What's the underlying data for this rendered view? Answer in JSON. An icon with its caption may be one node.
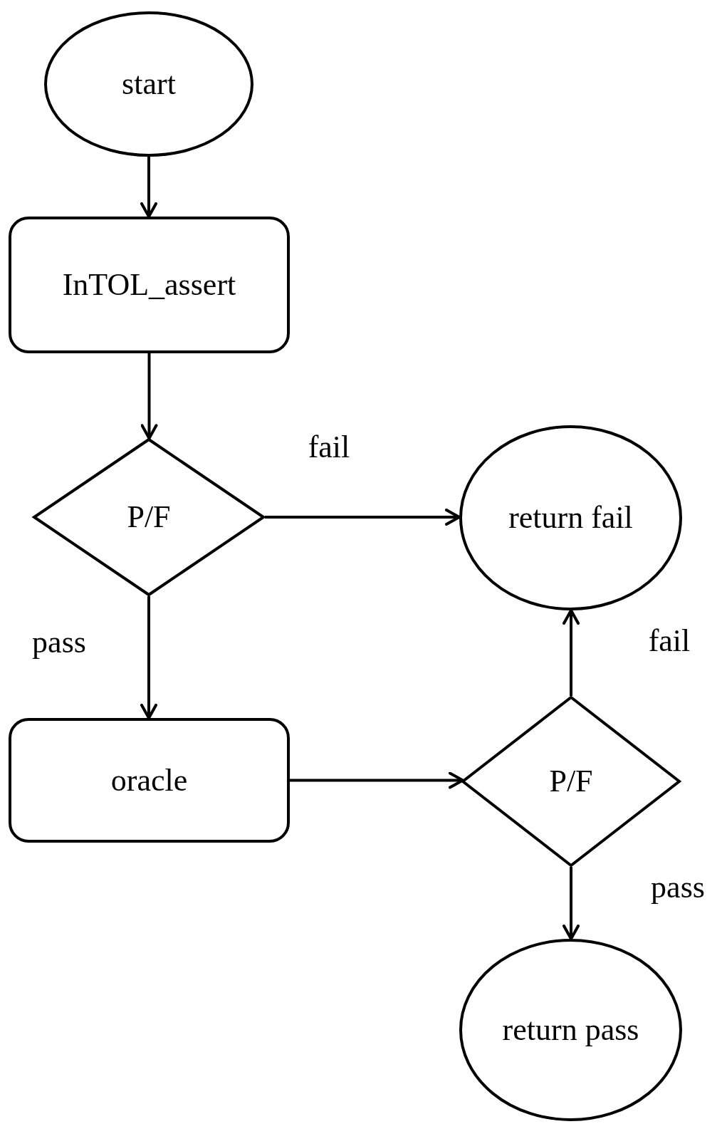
{
  "diagram": {
    "nodes": [
      {
        "text": [
          "start"
        ]
      },
      {
        "text": [
          "InTOL_assert"
        ]
      },
      {
        "text": [
          "P/F"
        ]
      },
      {
        "text": [
          "return fail"
        ]
      },
      {
        "text": [
          "oracle"
        ]
      },
      {
        "text": [
          "P/F"
        ]
      },
      {
        "text": [
          "return pass"
        ]
      }
    ],
    "edges": [
      {
        "from": 0,
        "to": 1,
        "arrow": "to"
      },
      {
        "from": 1,
        "to": 2,
        "arrow": "to"
      },
      {
        "from": 2,
        "to": 3,
        "arrow": "to",
        "label": "fail"
      },
      {
        "from": 2,
        "to": 4,
        "arrow": "to",
        "label": "pass"
      },
      {
        "from": 4,
        "to": 5,
        "arrow": "to"
      },
      {
        "from": 5,
        "to": 3,
        "arrow": "to",
        "label": "fail"
      },
      {
        "from": 5,
        "to": 6,
        "arrow": "to",
        "label": "pass"
      }
    ]
  }
}
